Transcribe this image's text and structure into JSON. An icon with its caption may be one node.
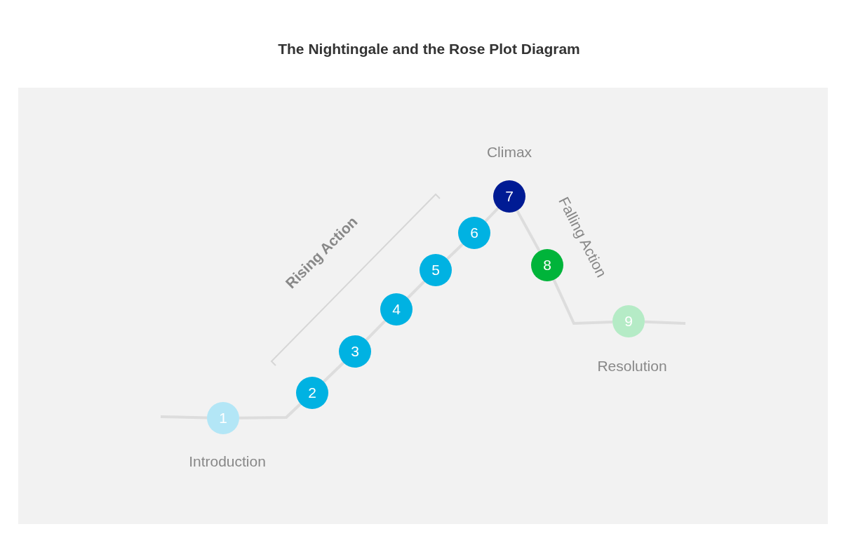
{
  "diagram": {
    "title": "The Nightingale and the Rose Plot Diagram",
    "nodes": [
      {
        "text": [
          "1"
        ],
        "beside": [
          "Introduction"
        ]
      },
      {
        "text": [
          "2"
        ]
      },
      {
        "text": [
          "3"
        ]
      },
      {
        "text": [
          "4"
        ]
      },
      {
        "text": [
          "5"
        ]
      },
      {
        "text": [
          "6"
        ]
      },
      {
        "text": [
          "7"
        ],
        "beside": [
          "Climax"
        ]
      },
      {
        "text": [
          "8"
        ]
      },
      {
        "text": [
          "9"
        ],
        "beside": [
          "Resolution"
        ]
      }
    ],
    "edges": [
      {
        "from": null,
        "to": 0,
        "arrow": "none"
      },
      {
        "from": 0,
        "to": 1,
        "arrow": "none"
      },
      {
        "from": 1,
        "to": 2,
        "arrow": "none"
      },
      {
        "from": 2,
        "to": 3,
        "arrow": "none"
      },
      {
        "from": 3,
        "to": 4,
        "arrow": "none"
      },
      {
        "from": 4,
        "to": 5,
        "arrow": "none"
      },
      {
        "from": 5,
        "to": 6,
        "arrow": "none"
      },
      {
        "from": 6,
        "to": 7,
        "arrow": "none"
      },
      {
        "from": 7,
        "to": 8,
        "arrow": "none"
      },
      {
        "from": 8,
        "to": null,
        "arrow": "none"
      }
    ],
    "labels": [
      "Rising Action",
      "Falling Action"
    ]
  }
}
